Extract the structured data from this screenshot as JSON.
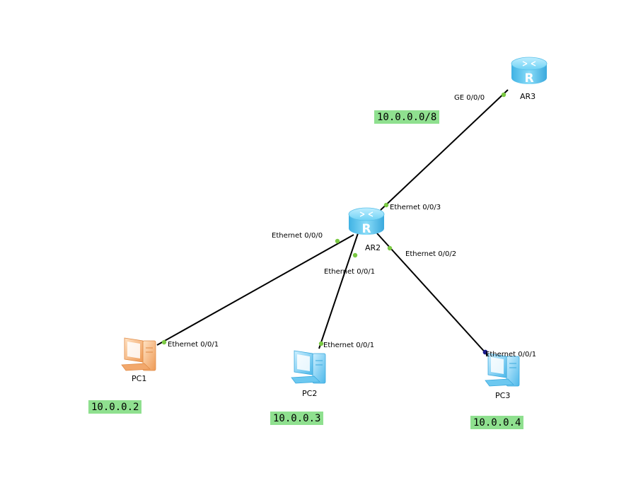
{
  "nodes": {
    "ar3": {
      "label": "AR3",
      "type": "router"
    },
    "ar2": {
      "label": "AR2",
      "type": "router"
    },
    "pc1": {
      "label": "PC1",
      "type": "pc",
      "status": "down"
    },
    "pc2": {
      "label": "PC2",
      "type": "pc",
      "status": "up"
    },
    "pc3": {
      "label": "PC3",
      "type": "pc",
      "status": "up"
    }
  },
  "links": [
    {
      "from": "ar2",
      "to": "ar3",
      "from_port": "Ethernet 0/0/3",
      "to_port": "GE 0/0/0"
    },
    {
      "from": "ar2",
      "to": "pc1",
      "from_port": "Ethernet 0/0/0",
      "to_port": "Ethernet 0/0/1"
    },
    {
      "from": "ar2",
      "to": "pc2",
      "from_port": "Ethernet 0/0/1",
      "to_port": "Ethernet 0/0/1"
    },
    {
      "from": "ar2",
      "to": "pc3",
      "from_port": "Ethernet 0/0/2",
      "to_port": "Ethernet 0/0/1"
    }
  ],
  "ip_labels": {
    "network": "10.0.0.0/8",
    "pc1": "10.0.0.2",
    "pc2": "10.0.0.3",
    "pc3": "10.0.0.4"
  },
  "colors": {
    "link": "#000000",
    "port_up": "#7ac943",
    "port_pc3": "#1a1a8c",
    "ip_label_bg": "#8fe08f",
    "router_body": "#5cc6ee",
    "pc_up": "#6cc8f0",
    "pc_down": "#f3a868"
  }
}
